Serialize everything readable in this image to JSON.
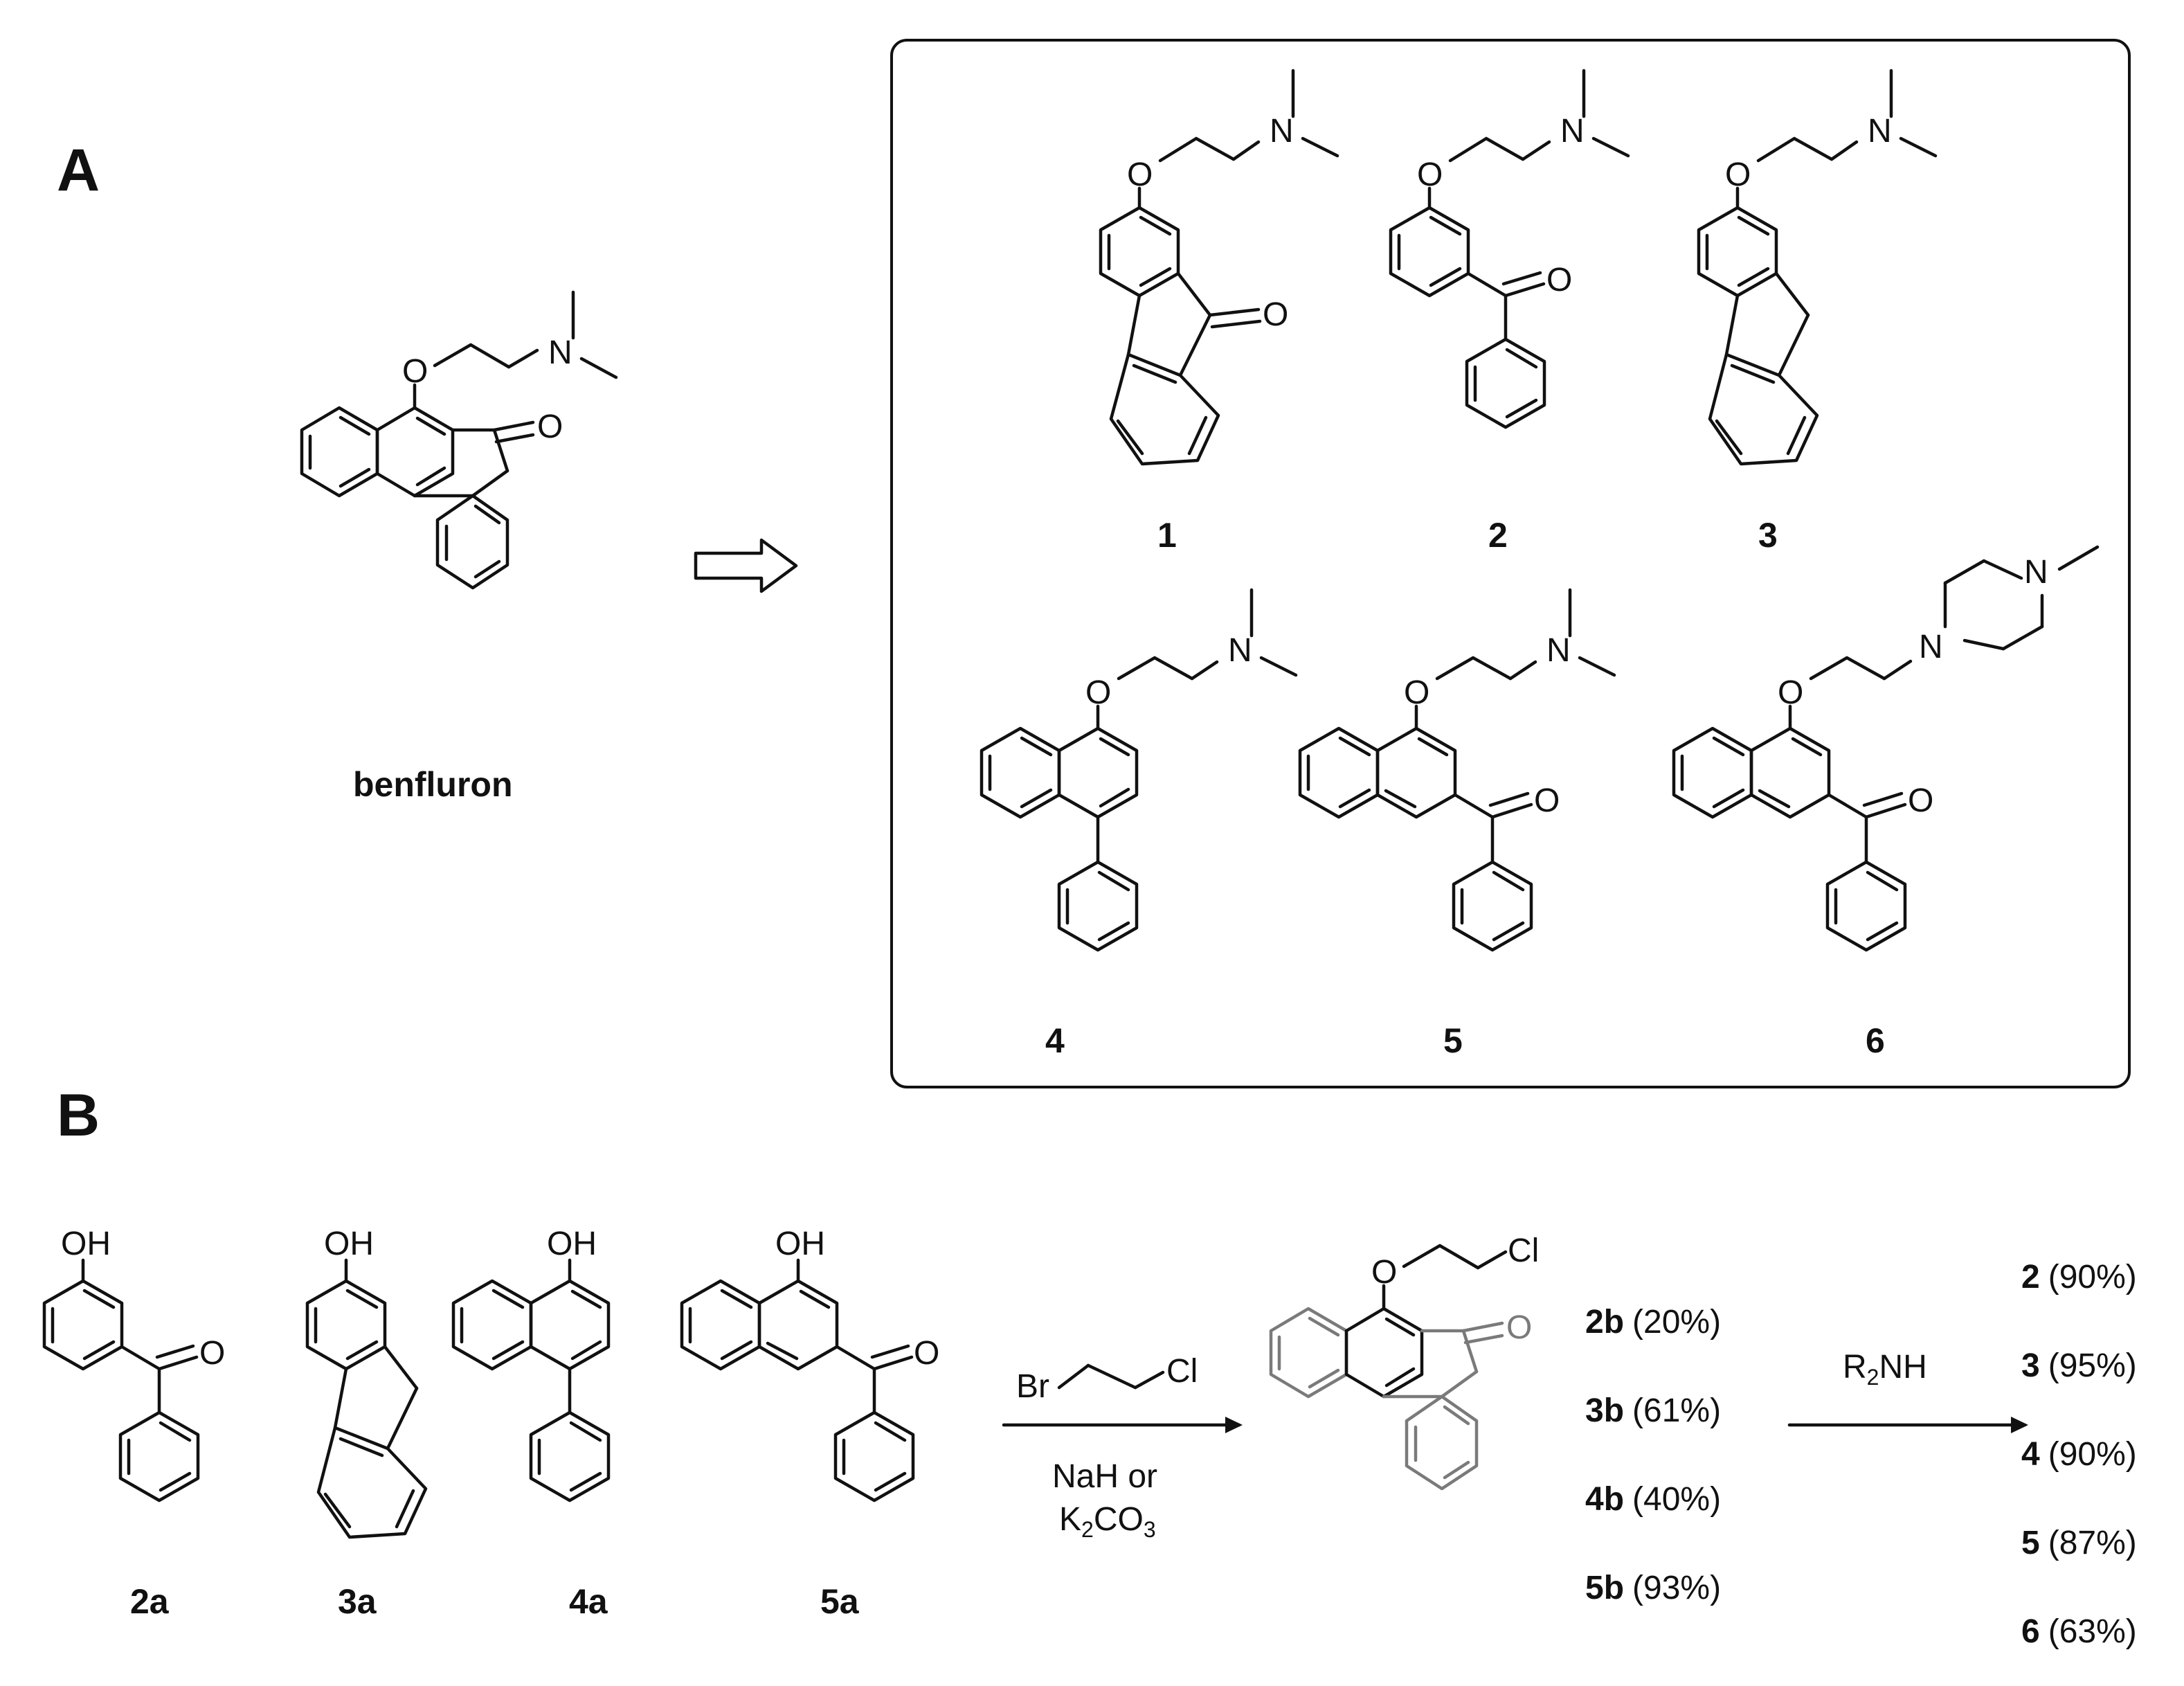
{
  "panels": {
    "a": "A",
    "b": "B"
  },
  "atoms": {
    "O": "O",
    "N": "N",
    "OH": "OH",
    "Br": "Br",
    "Cl": "Cl"
  },
  "compounds": {
    "benfluron": "benfluron",
    "c1": "1",
    "c2": "2",
    "c3": "3",
    "c4": "4",
    "c5": "5",
    "c6": "6",
    "c2a": "2a",
    "c3a": "3a",
    "c4a": "4a",
    "c5a": "5a"
  },
  "reaction1": {
    "reagent_top": "Br",
    "reagent_top2": "Cl",
    "line1": "NaH or",
    "line2_main": "K",
    "line2_sub1": "2",
    "line2_main2": "CO",
    "line2_sub2": "3"
  },
  "reaction2": {
    "reagent_main": "R",
    "reagent_sub": "2",
    "reagent_main2": "NH"
  },
  "intermediates": [
    {
      "label": "2b",
      "yield": "(20%)"
    },
    {
      "label": "3b",
      "yield": "(61%)"
    },
    {
      "label": "4b",
      "yield": "(40%)"
    },
    {
      "label": "5b",
      "yield": "(93%)"
    }
  ],
  "products": [
    {
      "label": "2",
      "yield": "(90%)"
    },
    {
      "label": "3",
      "yield": "(95%)"
    },
    {
      "label": "4",
      "yield": "(90%)"
    },
    {
      "label": "5",
      "yield": "(87%)"
    },
    {
      "label": "6",
      "yield": "(63%)"
    }
  ],
  "colors": {
    "ink": "#111111",
    "intermediate": "#7a7a7a"
  }
}
